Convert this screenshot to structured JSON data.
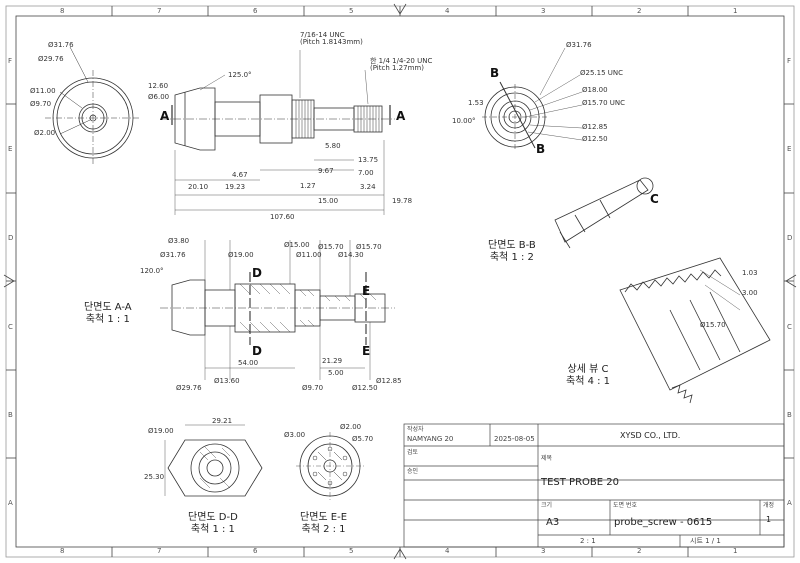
{
  "zones": {
    "top": [
      "8",
      "7",
      "6",
      "5",
      "4",
      "3",
      "2",
      "1"
    ],
    "side": [
      "F",
      "E",
      "D",
      "C",
      "B",
      "A"
    ]
  },
  "views": {
    "end_view": {
      "dims": [
        "Ø31.76",
        "Ø29.76",
        "Ø11.00",
        "Ø9.70",
        "Ø2.00"
      ]
    },
    "side_view": {
      "thread_top": "7/16-14 UNC\n(Pitch 1.8143mm)",
      "thread_right": "한 1/4 1/4-20 UNC\n(Pitch 1.27mm)",
      "dims": [
        "12.60",
        "Ø6.00",
        "125.0°",
        "5.80",
        "13.75",
        "4.67",
        "9.67",
        "7.00",
        "1.27",
        "20.10",
        "19.23",
        "15.00",
        "3.24",
        "19.78",
        "107.60"
      ],
      "section_mark": "A"
    },
    "right_end_view": {
      "dims": [
        "Ø31.76",
        "Ø25.15 UNC",
        "Ø18.00",
        "Ø15.70 UNC",
        "Ø12.85",
        "Ø12.50",
        "1.53",
        "10.00°"
      ],
      "section_mark": "B",
      "section_mark2": "B"
    },
    "probe_iso": {
      "mark": "C"
    },
    "section_aa": {
      "title": "단면도 A-A",
      "scale": "축척 1 : 1",
      "dims_top": [
        "Ø3.80",
        "Ø31.76",
        "Ø19.00",
        "Ø15.00",
        "Ø11.00",
        "Ø15.70",
        "Ø14.30",
        "Ø15.70"
      ],
      "dims_bottom": [
        "54.00",
        "21.29",
        "5.00",
        "Ø29.76",
        "Ø13.60",
        "Ø9.70",
        "Ø12.50",
        "Ø12.85"
      ],
      "angle": "120.0°",
      "marks": [
        "D",
        "D",
        "E",
        "E"
      ]
    },
    "section_bb": {
      "title": "단면도 B-B",
      "scale": "축척 1 : 2"
    },
    "detail_c": {
      "title": "상세 뷰 C",
      "scale": "축척 4 : 1",
      "dims": [
        "1.03",
        "3.00",
        "Ø15.70"
      ]
    },
    "section_dd": {
      "title": "단면도 D-D",
      "scale": "축척 1 : 1",
      "dims": [
        "Ø19.00",
        "29.21",
        "25.30"
      ]
    },
    "section_ee": {
      "title": "단면도 E-E",
      "scale": "축척 2 : 1",
      "dims": [
        "Ø3.00",
        "Ø2.00",
        "Ø5.70"
      ]
    }
  },
  "title_block": {
    "drawn_label": "작성자",
    "drawn_by": "NAMYANG 20",
    "date": "2025-08-05",
    "company": "XYSD CO., LTD.",
    "check_label": "검토",
    "approve_label": "승인",
    "title_label": "제목",
    "title": "TEST PROBE 20",
    "size_label": "크기",
    "size": "A3",
    "dwg_label": "도면 번호",
    "dwg_no": "probe_screw - 0615",
    "rev_label": "개정",
    "rev": "1",
    "scale": "2 : 1",
    "sheet": "시트 1 / 1"
  }
}
